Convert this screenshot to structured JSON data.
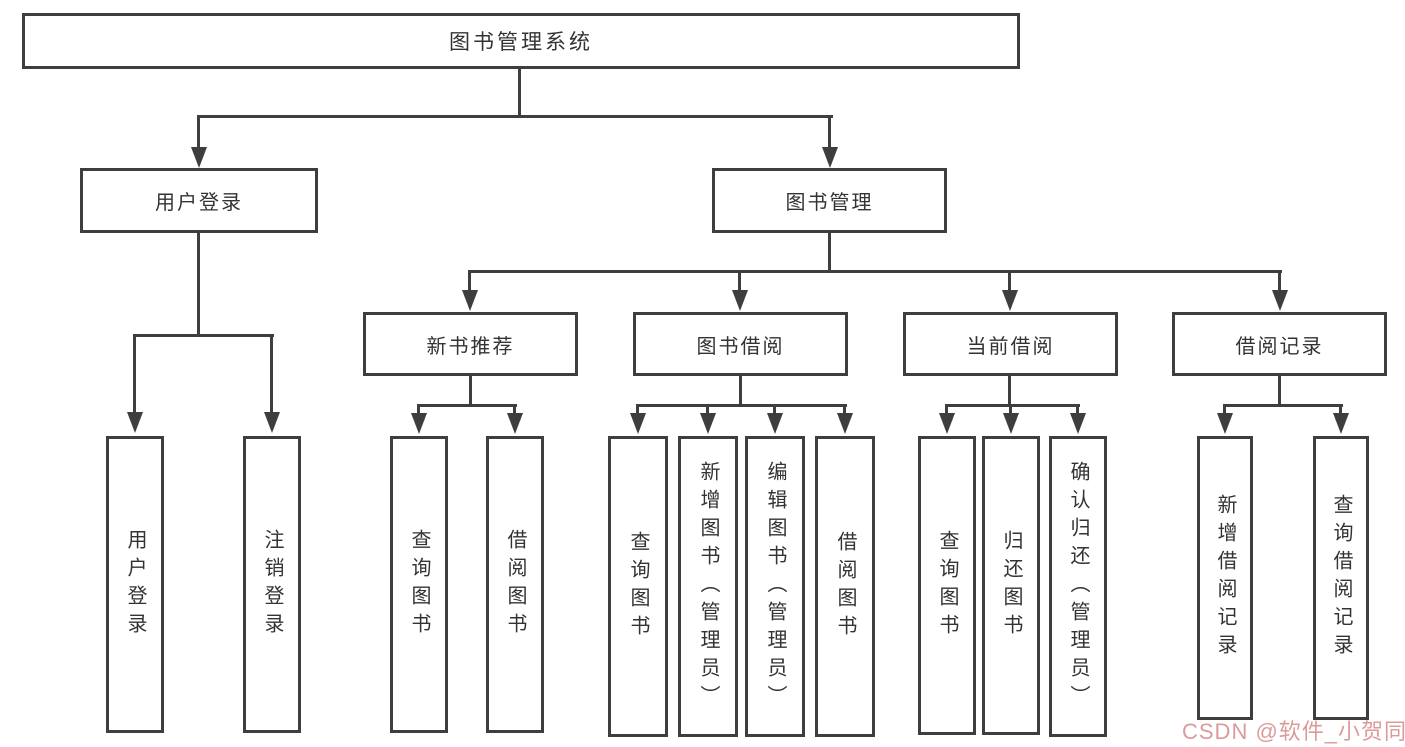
{
  "diagram": {
    "root": "图书管理系统",
    "branches": [
      {
        "label": "用户登录",
        "children": [
          "用户登录",
          "注销登录"
        ]
      },
      {
        "label": "图书管理",
        "sections": [
          {
            "label": "新书推荐",
            "children": [
              "查询图书",
              "借阅图书"
            ]
          },
          {
            "label": "图书借阅",
            "children": [
              "查询图书",
              "新增图书（管理员）",
              "编辑图书（管理员）",
              "借阅图书"
            ]
          },
          {
            "label": "当前借阅",
            "children": [
              "查询图书",
              "归还图书",
              "确认归还（管理员）"
            ]
          },
          {
            "label": "借阅记录",
            "children": [
              "新增借阅记录",
              "查询借阅记录"
            ]
          }
        ]
      }
    ]
  },
  "watermark": {
    "text": "CSDN @软件_小贺同学",
    "color": "#d68a8a"
  },
  "colors": {
    "line": "#3e3e3e",
    "text": "#333333",
    "background": "#ffffff"
  }
}
